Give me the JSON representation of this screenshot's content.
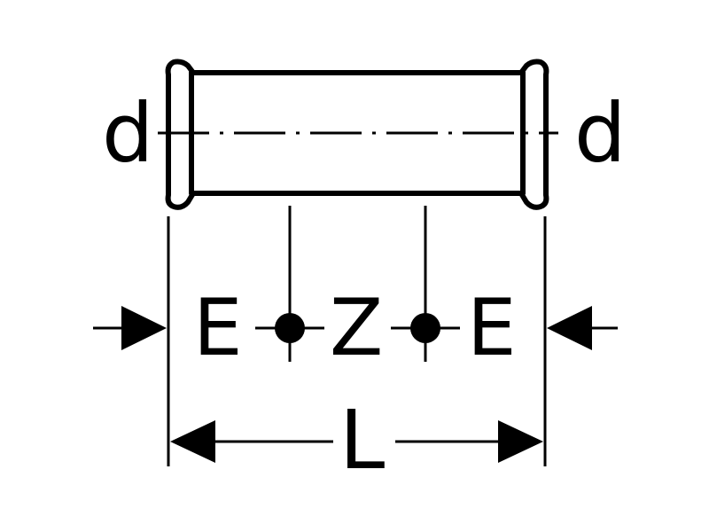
{
  "labels": {
    "diameter_left": "d",
    "diameter_right": "d",
    "insertion_depth_left": "E",
    "center_gap": "Z",
    "insertion_depth_right": "E",
    "overall_length": "L"
  },
  "colors": {
    "line": "#000000",
    "background": "#ffffff"
  }
}
